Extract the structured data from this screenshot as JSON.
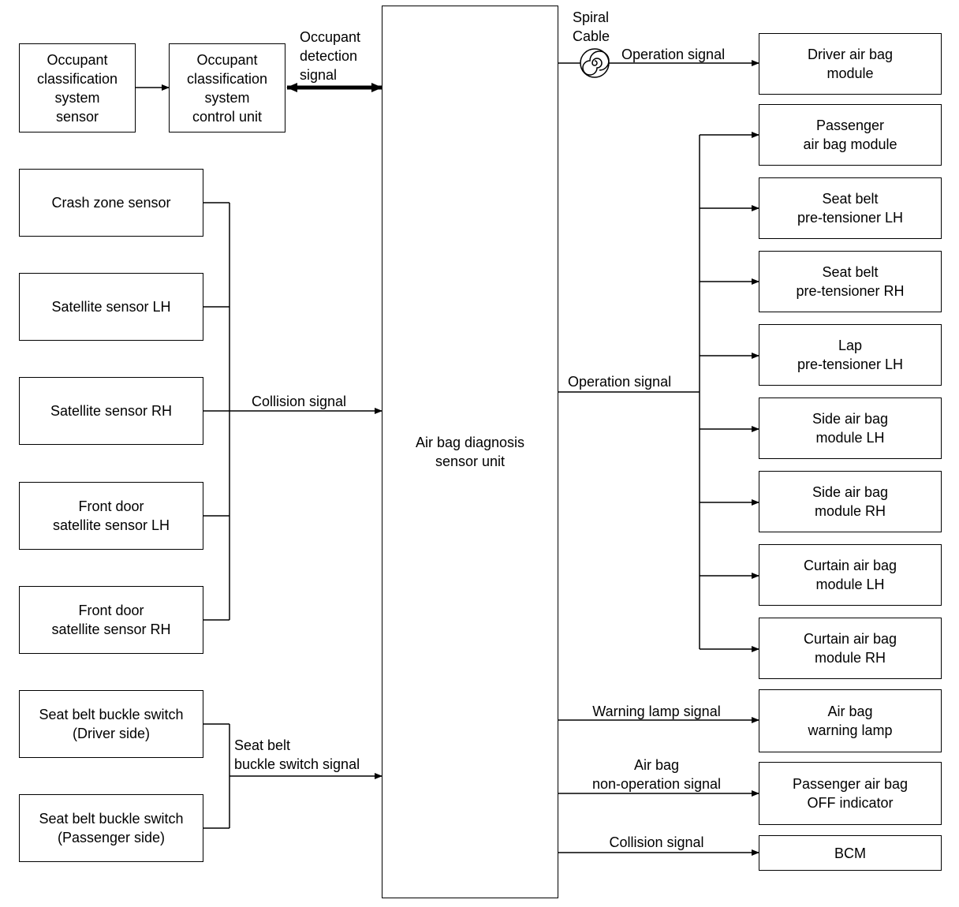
{
  "diagram": {
    "center_unit": "Air bag diagnosis\nsensor unit",
    "inputs": {
      "occupant_sensor": "Occupant\nclassification\nsystem\nsensor",
      "occupant_control_unit": "Occupant\nclassification\nsystem\ncontrol unit",
      "crash_zone_sensor": "Crash zone sensor",
      "satellite_sensor_lh": "Satellite sensor LH",
      "satellite_sensor_rh": "Satellite sensor RH",
      "front_door_sensor_lh": "Front door\nsatellite sensor LH",
      "front_door_sensor_rh": "Front door\nsatellite sensor RH",
      "buckle_switch_driver": "Seat belt buckle switch\n(Driver side)",
      "buckle_switch_passenger": "Seat belt buckle switch\n(Passenger side)"
    },
    "outputs": {
      "driver_air_bag_module": "Driver air bag\nmodule",
      "passenger_air_bag_module": "Passenger\nair bag module",
      "seat_belt_pretensioner_lh": "Seat belt\npre-tensioner LH",
      "seat_belt_pretensioner_rh": "Seat belt\npre-tensioner RH",
      "lap_pretensioner_lh": "Lap\npre-tensioner LH",
      "side_air_bag_module_lh": "Side air bag\nmodule LH",
      "side_air_bag_module_rh": "Side air bag\nmodule RH",
      "curtain_air_bag_module_lh": "Curtain air bag\nmodule LH",
      "curtain_air_bag_module_rh": "Curtain air bag\nmodule RH",
      "air_bag_warning_lamp": "Air bag\nwarning lamp",
      "passenger_air_bag_off_indicator": "Passenger air bag\nOFF indicator",
      "bcm": "BCM"
    },
    "signals": {
      "occupant_detection": "Occupant\ndetection\nsignal",
      "spiral_cable": "Spiral\nCable",
      "operation_driver": "Operation signal",
      "collision_in": "Collision signal",
      "buckle_switch": "Seat belt\nbuckle switch signal",
      "operation_main": "Operation signal",
      "warning_lamp": "Warning lamp signal",
      "non_operation": "Air bag\nnon-operation signal",
      "collision_out": "Collision signal"
    }
  }
}
